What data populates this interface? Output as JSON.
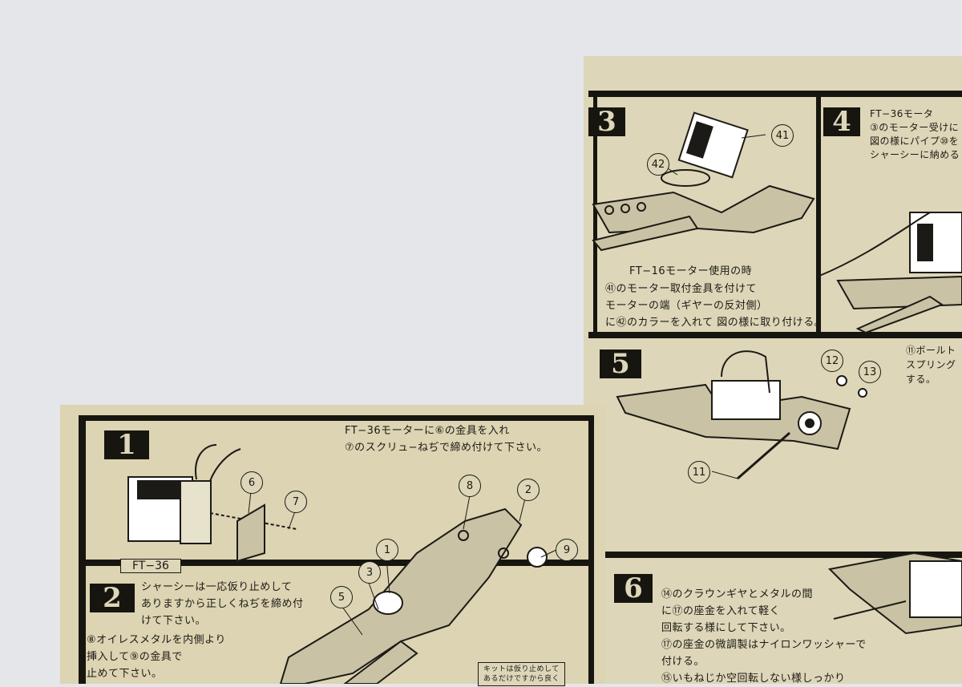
{
  "colors": {
    "background": "#e4e6ea",
    "paper": "#ddd6b8",
    "ink": "#17150f"
  },
  "step1": {
    "number": "1",
    "text": "FT−36モーターに⑥の金具を入れ\n⑦のスクリュ−ねぢで締め付けて下さい。",
    "motor_label": "FT−36",
    "parts": [
      "6",
      "7",
      "8",
      "2",
      "1",
      "3",
      "5",
      "9"
    ]
  },
  "step2": {
    "number": "2",
    "text": "シャーシーは一応仮り止めして\nありますから正しくねぢを締め付\nけて下さい。",
    "text2": "⑧オイレスメタルを内側より\n挿入して⑨の金具で\n止めて下さい。",
    "note": "キットは仮り止めして\nあるだけですから良く"
  },
  "step3": {
    "number": "3",
    "parts": [
      "41",
      "42"
    ],
    "caption": "FT−16モーター使用の時",
    "text": "㊶のモーター取付金具を付けて\nモーターの端（ギヤーの反対側）\nに㊷のカラーを入れて 図の様に取り付ける。"
  },
  "step4": {
    "number": "4",
    "text": "FT−36モータ\n③のモーター受けに\n図の様にパイプ⑩を\nシャーシーに納める"
  },
  "step5": {
    "number": "5",
    "parts": [
      "12",
      "13",
      "11"
    ],
    "text": "⑪ボールト\nスプリング\nする。"
  },
  "step6": {
    "number": "6",
    "text": "⑭のクラウンギヤとメタルの間\nに⑰の座金を入れて軽く\n回転する様にして下さい。\n⑰の座金の微調製はナイロンワッシャーで\n付ける。\n⑮いもねじか空回転しない様しっかり"
  }
}
